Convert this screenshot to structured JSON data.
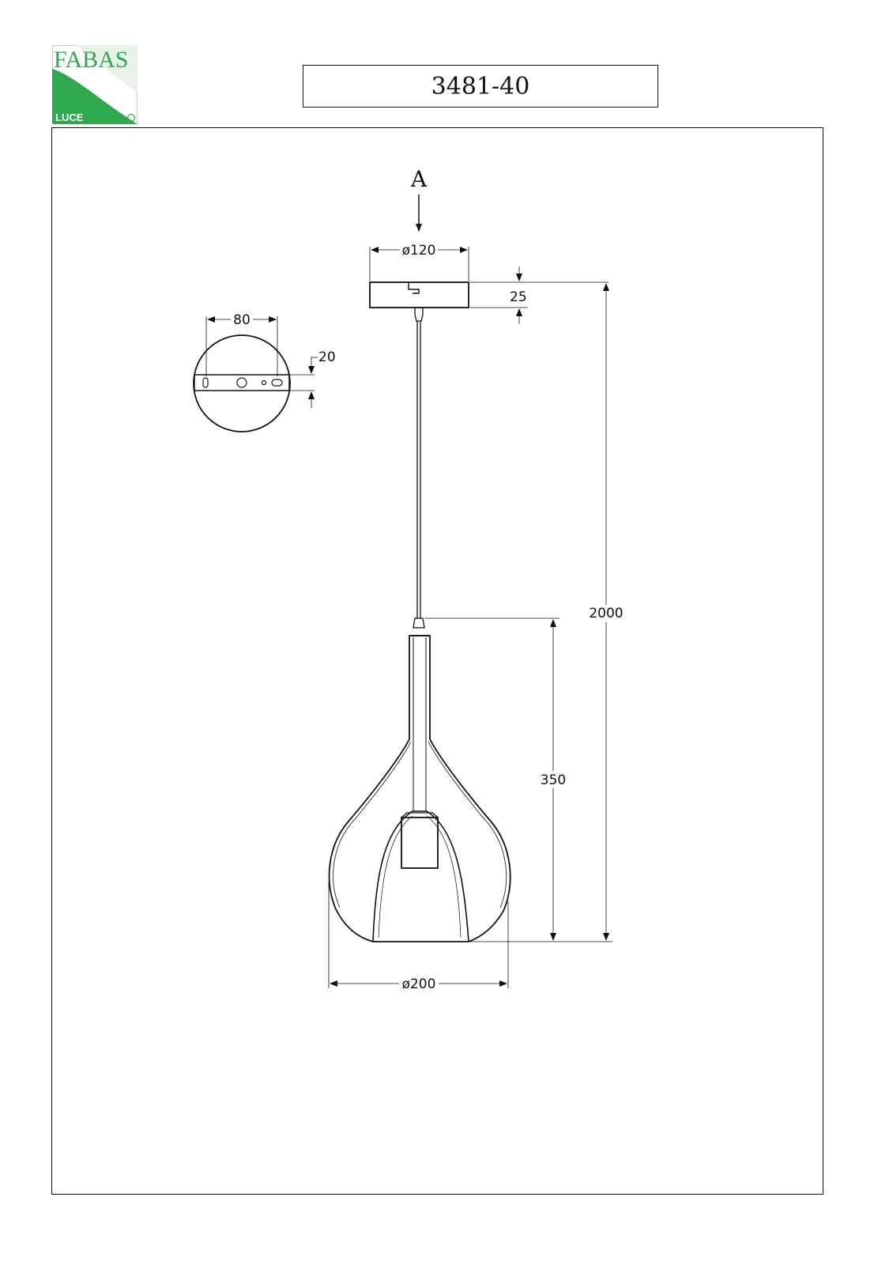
{
  "header": {
    "logo_text": "FABAS",
    "logo_subtext": "LUCE",
    "model_number": "3481-40"
  },
  "drawing": {
    "view_label": "A",
    "dimensions": {
      "canopy_diameter": "ø120",
      "canopy_height": "25",
      "bracket_width": "80",
      "bracket_thickness": "20",
      "overall_height": "2000",
      "shade_height": "350",
      "shade_diameter": "ø200"
    }
  },
  "colors": {
    "line": "#111111",
    "logo_green": "#2fa84f"
  }
}
